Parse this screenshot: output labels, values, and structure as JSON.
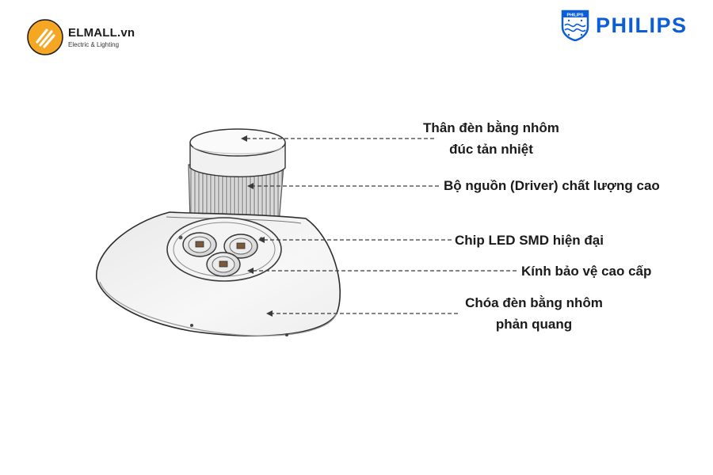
{
  "brand": {
    "name": "ELMALL.vn",
    "tagline": "Electric & Lighting",
    "logo_icon": "elmall-logo-icon",
    "logo_color": "#f5a623"
  },
  "partner": {
    "name": "PHILIPS",
    "shield_text": "PHILIPS",
    "color": "#0b5ed7"
  },
  "diagram": {
    "labels": {
      "body": "Thân đèn bằng nhôm\nđúc tản nhiệt",
      "driver": "Bộ nguồn (Driver) chất lượng cao",
      "chip": "Chip LED SMD hiện đại",
      "glass": "Kính bảo vệ cao cấp",
      "reflector": "Chóa đèn bằng nhôm\nphản quang"
    }
  }
}
